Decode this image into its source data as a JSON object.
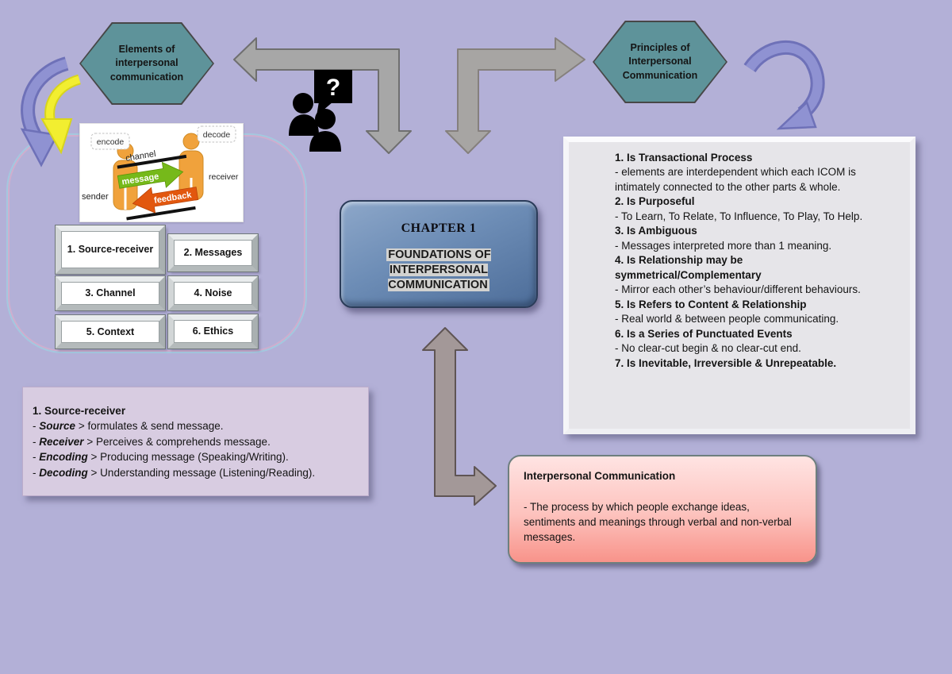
{
  "colors": {
    "background": "#b3b0d7",
    "hexagon_fill": "#5e939a",
    "grey_arrow": "#a7a7a7",
    "taupe_arrow": "#a39898",
    "purple_arrow": "#8f92d2",
    "yellow_arrow": "#f2ee30",
    "chapter_box_blue": "#6d8db6",
    "principles_panel_grey": "#e6e5e9",
    "source_panel_lilac": "#d8cce1",
    "definition_box_pink": "#f8938a",
    "message_arrow_green": "#76b91a",
    "feedback_arrow_orange": "#e2570e",
    "figure_orange": "#f0a23c"
  },
  "hexagons": {
    "elements": {
      "label": "Elements of interpersonal communication"
    },
    "principles": {
      "label": "Principles of Interpersonal Communication"
    }
  },
  "people_icon": {
    "question_mark": "?"
  },
  "model_image": {
    "encode": "encode",
    "decode": "decode",
    "channel": "channel",
    "message": "message",
    "feedback": "feedback",
    "sender": "sender",
    "receiver": "receiver"
  },
  "elements_grid": {
    "items": [
      {
        "label": "1. Source-receiver"
      },
      {
        "label": "2. Messages"
      },
      {
        "label": "3. Channel"
      },
      {
        "label": "4. Noise"
      },
      {
        "label": "5. Context"
      },
      {
        "label": "6. Ethics"
      }
    ]
  },
  "chapter_box": {
    "chapter": "CHAPTER 1",
    "title": "FOUNDATIONS OF INTERPERSONAL COMMUNICATION"
  },
  "principles_panel": {
    "items": [
      {
        "title": "1. Is Transactional Process",
        "desc": "- elements are interdependent which each ICOM is intimately connected to the other parts & whole."
      },
      {
        "title": "2. Is Purposeful",
        "desc": "- To Learn, To Relate, To Influence, To Play, To Help."
      },
      {
        "title": "3. Is Ambiguous",
        "desc": "- Messages interpreted more than 1 meaning."
      },
      {
        "title": "4. Is Relationship may be symmetrical/Complementary",
        "desc": "- Mirror each other’s behaviour/different behaviours."
      },
      {
        "title": "5. Is Refers to Content & Relationship",
        "desc": "- Real world & between people communicating."
      },
      {
        "title": "6. Is a Series of Punctuated Events",
        "desc": "- No clear-cut begin & no clear-cut end."
      },
      {
        "title": "7. Is Inevitable, Irreversible & Unrepeatable.",
        "desc": ""
      }
    ]
  },
  "source_receiver_panel": {
    "heading": "1. Source-receiver",
    "items": [
      {
        "bullet": "-",
        "term": "Source",
        "rest": "> formulates & send message."
      },
      {
        "bullet": "-",
        "term": "Receiver",
        "rest": "> Perceives & comprehends message."
      },
      {
        "bullet": "-",
        "term": "Encoding",
        "rest": "> Producing message (Speaking/Writing)."
      },
      {
        "bullet": "-",
        "term": "Decoding",
        "rest": "> Understanding message (Listening/Reading)."
      }
    ]
  },
  "definition_box": {
    "heading": "Interpersonal Communication",
    "body": "- The process by which people exchange ideas, sentiments and meanings through verbal and non-verbal messages."
  }
}
